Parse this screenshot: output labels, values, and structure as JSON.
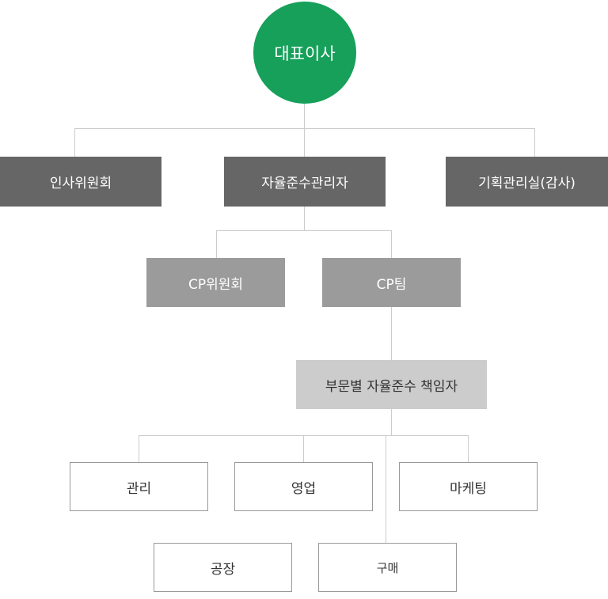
{
  "org": {
    "ceo": "대표이사",
    "committee": "인사위원회",
    "compliance_officer": "자율준수관리자",
    "planning": "기획관리실(감사)",
    "cp_committee": "CP위원회",
    "cp_team": "CP팀",
    "dept_officer": "부문별 자율준수 책임자",
    "departments": [
      "관리",
      "영업",
      "마케팅",
      "공장",
      "구매"
    ]
  },
  "colors": {
    "ceo": "#16a05a",
    "level1": "#666666",
    "level2": "#9b9b9b",
    "level3": "#cccccc",
    "line": "#cccccc"
  }
}
